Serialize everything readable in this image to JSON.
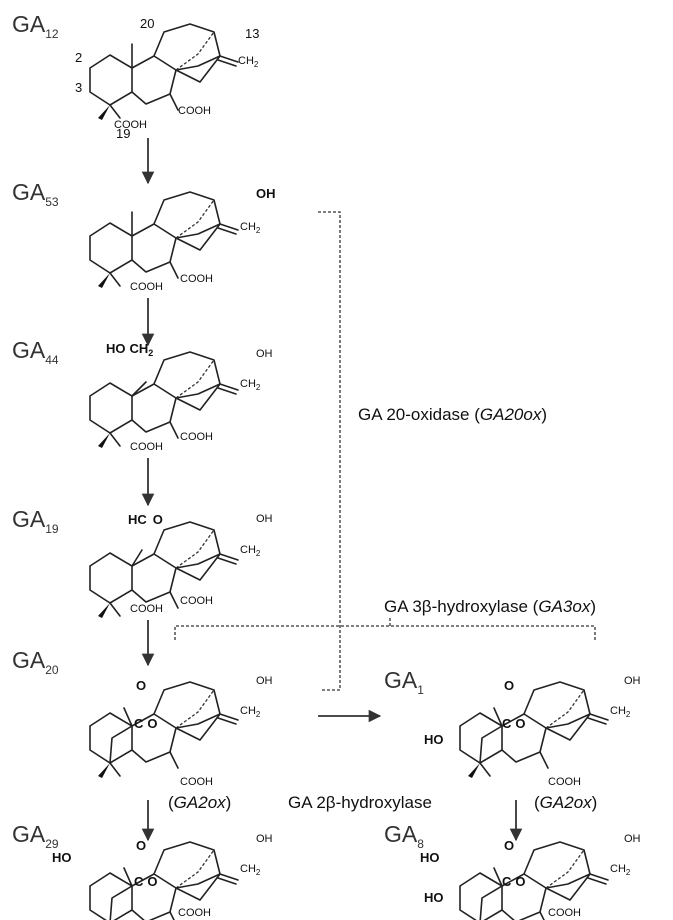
{
  "compounds": [
    {
      "id": "ga12",
      "prefix": "GA",
      "sub": "12"
    },
    {
      "id": "ga53",
      "prefix": "GA",
      "sub": "53"
    },
    {
      "id": "ga44",
      "prefix": "GA",
      "sub": "44"
    },
    {
      "id": "ga19",
      "prefix": "GA",
      "sub": "19"
    },
    {
      "id": "ga20",
      "prefix": "GA",
      "sub": "20"
    },
    {
      "id": "ga1",
      "prefix": "GA",
      "sub": "1"
    },
    {
      "id": "ga29",
      "prefix": "GA",
      "sub": "29"
    },
    {
      "id": "ga8",
      "prefix": "GA",
      "sub": "8"
    }
  ],
  "carbon_numbers": [
    "20",
    "13",
    "2",
    "3",
    "19"
  ],
  "groups": {
    "cooh": "COOH",
    "oh": "OH",
    "ho": "HO",
    "ch2": "CH",
    "ch2_sub": "2",
    "hoch2": "HO",
    "hoch2_c": "CH",
    "hco": "HC",
    "o": "O",
    "c_o": "C",
    "ring_o": "O"
  },
  "enzymes": {
    "ga20ox_name": "GA 20-oxidase (",
    "ga20ox_gene": "GA20ox",
    "ga20ox_close": ")",
    "ga3ox_name": "GA 3β-hydroxylase (",
    "ga3ox_gene": "GA3ox",
    "ga3ox_close": ")",
    "ga2ox_gene_left": "GA2ox",
    "ga2ox_gene_right": "GA2ox",
    "ga2ox_name": "GA 2β-hydroxylase",
    "paren_open": "(",
    "paren_close": ")"
  }
}
